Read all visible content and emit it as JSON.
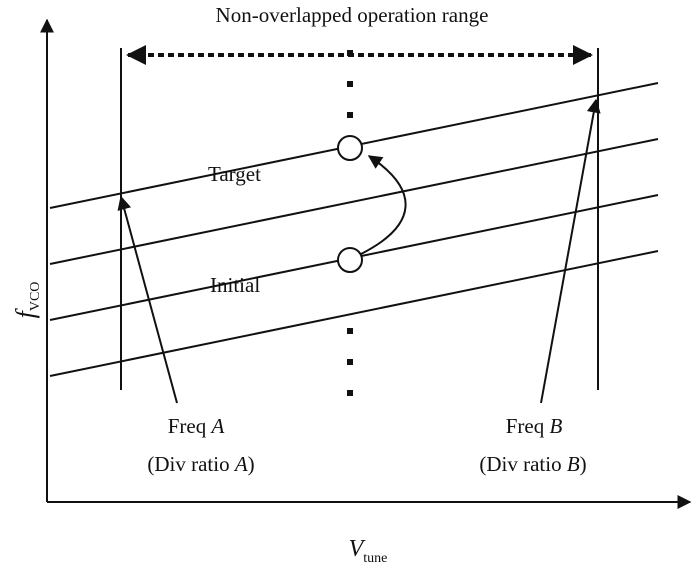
{
  "diagram": {
    "title": "Non-overlapped operation range",
    "labels": {
      "target": "Target",
      "initial": "Initial",
      "freq_a_prefix": "Freq ",
      "freq_a_var": "A",
      "div_a_prefix": "(Div ratio ",
      "div_a_var": "A",
      "div_a_suffix": ")",
      "freq_b_prefix": "Freq ",
      "freq_b_var": "B",
      "div_b_prefix": "(Div ratio ",
      "div_b_var": "B",
      "div_b_suffix": ")"
    },
    "y_axis": {
      "symbol": "f",
      "subscript": "VCO"
    },
    "x_axis": {
      "symbol": "V",
      "subscript": "tune"
    },
    "colors": {
      "ink": "#111111",
      "background": "#ffffff"
    }
  }
}
